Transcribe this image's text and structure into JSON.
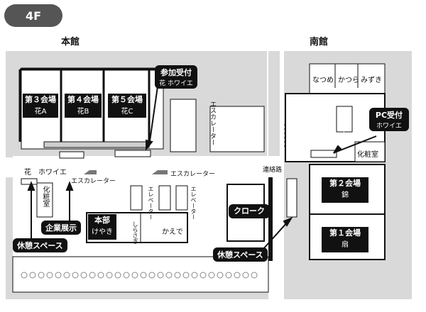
{
  "floor": {
    "label": "4F"
  },
  "buildings": {
    "main": "本館",
    "south": "南館"
  },
  "rooms": {
    "hall3": {
      "name": "第３会場",
      "sub": "花A"
    },
    "hall4": {
      "name": "第４会場",
      "sub": "花B"
    },
    "hall5": {
      "name": "第５会場",
      "sub": "花C"
    },
    "hall2": {
      "name": "第２会場",
      "sub": "錦"
    },
    "hall1": {
      "name": "第１会場",
      "sub": "扇"
    },
    "natsume": "なつめ",
    "katsura": "かつら",
    "mizuki": "みずき",
    "keshou_main": "化粧室",
    "keshou_south": "化粧室",
    "honbu": {
      "name": "本部",
      "sub": "けやき"
    },
    "kaede": "かえで",
    "cloak": "クローク",
    "foyer": "花　ホワイエ",
    "shirasagi": "しらさぎ"
  },
  "callouts": {
    "registration": {
      "line1": "参加受付",
      "line2": "花 ホワイエ"
    },
    "pc": {
      "line1": "PC受付",
      "line2": "ホワイエ"
    },
    "exhibit": "企業展示",
    "rest_left": "休憩スペース",
    "rest_right": "休憩スペース"
  },
  "labels": {
    "escalator_main_1": "エスカレーター",
    "escalator_main_2": "エスカレーター",
    "escalator_vertical": "エスカレーター",
    "elevator_1": "エレベーター",
    "elevator_2": "エレベーター",
    "elevator_south": "エレベーター",
    "corridor": "連絡路"
  }
}
